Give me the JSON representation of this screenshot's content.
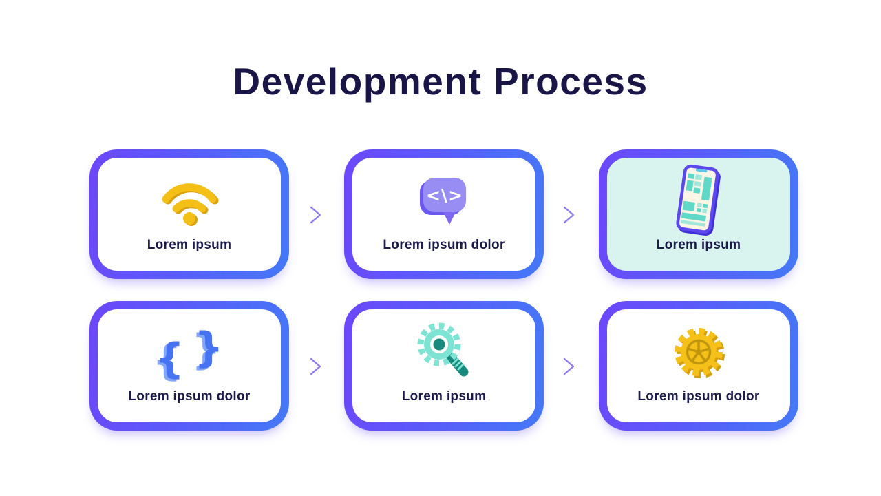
{
  "title": "Development Process",
  "cards": [
    {
      "icon": "wifi-icon",
      "label": "Lorem ipsum",
      "background": "#ffffff"
    },
    {
      "icon": "code-bubble-icon",
      "label": "Lorem ipsum dolor",
      "background": "#ffffff"
    },
    {
      "icon": "smartphone-icon",
      "label": "Lorem ipsum",
      "background": "#d9f3ef"
    },
    {
      "icon": "braces-icon",
      "label": "Lorem ipsum dolor",
      "background": "#ffffff"
    },
    {
      "icon": "search-gear-icon",
      "label": "Lorem ipsum",
      "background": "#ffffff"
    },
    {
      "icon": "gear-icon",
      "label": "Lorem ipsum dolor",
      "background": "#ffffff"
    }
  ],
  "icons": {
    "code_glyph": "<\\>",
    "brace_left": "{",
    "brace_right": "}"
  },
  "connectors": {
    "glyph": "chevron-right",
    "count": 4,
    "color": "#8d7df2"
  },
  "colors": {
    "title_text": "#191546",
    "label_text": "#1c1a4b",
    "card_border_gradient_start": "#6c47fb",
    "card_border_gradient_end": "#4479f7",
    "highlight_card_background": "#d9f3ef",
    "wifi_gold": "#f4c018",
    "wifi_gold_shadow": "#d9a10e",
    "bubble_purple": "#978df3",
    "bubble_purple_dark": "#6b58ee",
    "braces_blue": "#4573f2",
    "teal_light": "#7de3d2",
    "teal_dark": "#17897d",
    "gear_gold": "#f5c018",
    "gear_gold_dark": "#c1960f"
  }
}
